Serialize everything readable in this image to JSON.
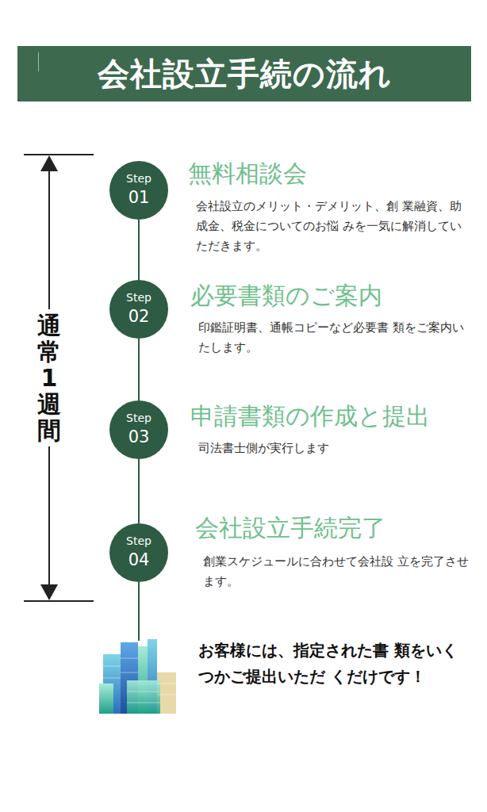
{
  "diagram": {
    "title": "会社設立手続の流れ",
    "nodes": [
      {
        "text": [
          "Step",
          "01",
          "無料相談会",
          "会社設立のメリット・デメリット、創 業融資、助成金、税金についてのお悩 みを一気に解消していただきます。"
        ]
      },
      {
        "text": [
          "Step",
          "02",
          "必要書類のご案内",
          "印鑑証明書、通帳コピーなど必要書 類をご案内いたします。"
        ]
      },
      {
        "text": [
          "Step",
          "03",
          "申請書類の作成と提出",
          "司法書士側が実行します"
        ]
      },
      {
        "text": [
          "Step",
          "04",
          "会社設立手続完了",
          "創業スケジュールに合わせて会社設 立を完了させます。"
        ]
      }
    ],
    "edges": [
      {
        "from": 0,
        "to": 1,
        "arrow": "none"
      },
      {
        "from": 1,
        "to": 2,
        "arrow": "none"
      },
      {
        "from": 2,
        "to": 3,
        "arrow": "none"
      }
    ],
    "labels": [
      "通常1週間",
      "お客様には、指定された書 類をいくつかご提出いただ くだけです！"
    ]
  }
}
